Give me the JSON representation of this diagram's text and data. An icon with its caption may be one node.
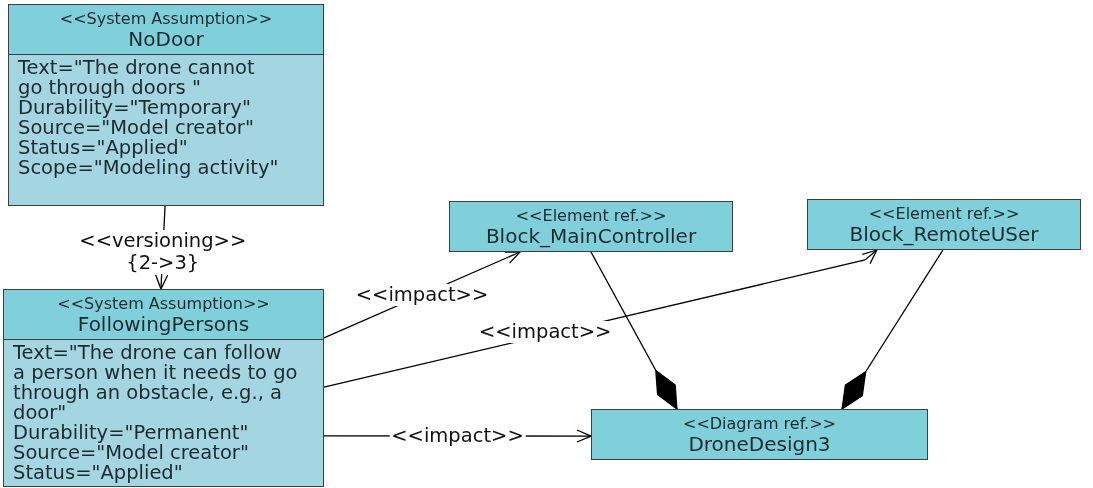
{
  "diagram": {
    "nodes": [
      {
        "text": [
          "<<System Assumption>>",
          "NoDoor",
          "Text=\"The drone cannot go through doors \"",
          "Durability=\"Temporary\"",
          "Source=\"Model creator\"",
          "Status=\"Applied\"",
          "Scope=\"Modeling activity\""
        ]
      },
      {
        "text": [
          "<<System Assumption>>",
          "FollowingPersons",
          "Text=\"The drone can follow a person when it needs to go through an obstacle, e.g., a door\"",
          "Durability=\"Permanent\"",
          "Source=\"Model creator\"",
          "Status=\"Applied\""
        ]
      },
      {
        "text": [
          "<<Element ref.>>",
          "Block_MainController"
        ]
      },
      {
        "text": [
          "<<Element ref.>>",
          "Block_RemoteUSer"
        ]
      },
      {
        "text": [
          "<<Diagram ref.>>",
          "DroneDesign3"
        ]
      }
    ],
    "edges": [
      {
        "from": 0,
        "to": 1,
        "arrow": "to",
        "label": "<<versioning>> {2->3}"
      },
      {
        "from": 1,
        "to": 2,
        "arrow": "to",
        "label": "<<impact>>"
      },
      {
        "from": 1,
        "to": 3,
        "arrow": "to",
        "label": "<<impact>>"
      },
      {
        "from": 1,
        "to": 4,
        "arrow": "to",
        "label": "<<impact>>"
      },
      {
        "from": 2,
        "to": 4,
        "arrow": "other"
      },
      {
        "from": 3,
        "to": 4,
        "arrow": "other"
      }
    ]
  }
}
